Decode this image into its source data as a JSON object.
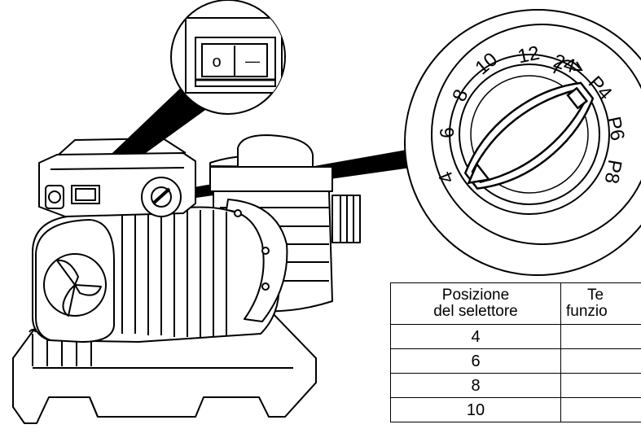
{
  "switch_panel": {
    "label_off": "o",
    "label_on": "—"
  },
  "dial": {
    "marks": [
      "4",
      "6",
      "8",
      "10",
      "12",
      "24",
      "P4",
      "P6",
      "P8"
    ]
  },
  "table": {
    "headers": [
      [
        "Posizione",
        "del selettore"
      ],
      [
        "Te",
        "funzio"
      ]
    ],
    "rows": [
      [
        "4",
        ""
      ],
      [
        "6",
        ""
      ],
      [
        "8",
        ""
      ],
      [
        "10",
        ""
      ]
    ]
  },
  "colors": {
    "line": "#000000",
    "background": "#ffffff"
  }
}
